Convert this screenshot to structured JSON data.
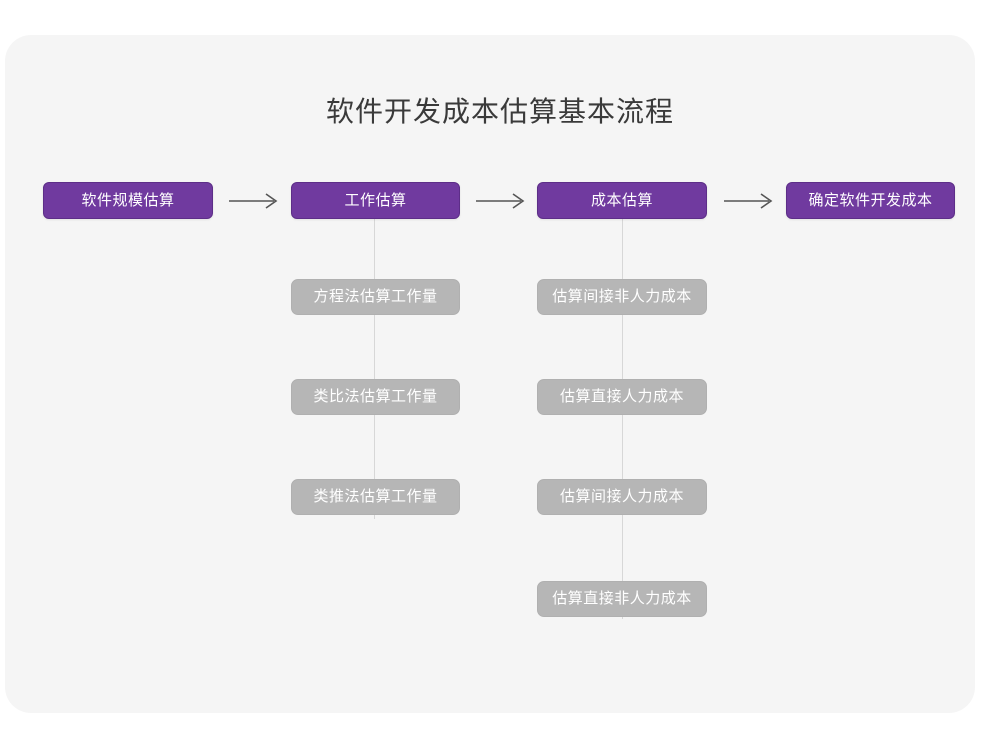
{
  "page": {
    "title": "软件开发成本估算基本流程",
    "background_color": "#ffffff",
    "panel_color": "#f5f5f5",
    "accent_color": "#703a9f",
    "secondary_color": "#b6b6b6",
    "connector_color": "#d7d7d7",
    "arrow_color": "#555555"
  },
  "flow": {
    "main_steps": [
      {
        "label": "软件规模估算"
      },
      {
        "label": "工作估算"
      },
      {
        "label": "成本估算"
      },
      {
        "label": "确定软件开发成本"
      }
    ],
    "arrows": [
      {
        "name": "arrow-1"
      },
      {
        "name": "arrow-2"
      },
      {
        "name": "arrow-3"
      }
    ],
    "branches": [
      {
        "parent": "工作估算",
        "items": [
          {
            "label": "方程法估算工作量"
          },
          {
            "label": "类比法估算工作量"
          },
          {
            "label": "类推法估算工作量"
          }
        ]
      },
      {
        "parent": "成本估算",
        "items": [
          {
            "label": "估算间接非人力成本"
          },
          {
            "label": "估算直接人力成本"
          },
          {
            "label": "估算间接人力成本"
          },
          {
            "label": "估算直接非人力成本"
          }
        ]
      }
    ]
  }
}
